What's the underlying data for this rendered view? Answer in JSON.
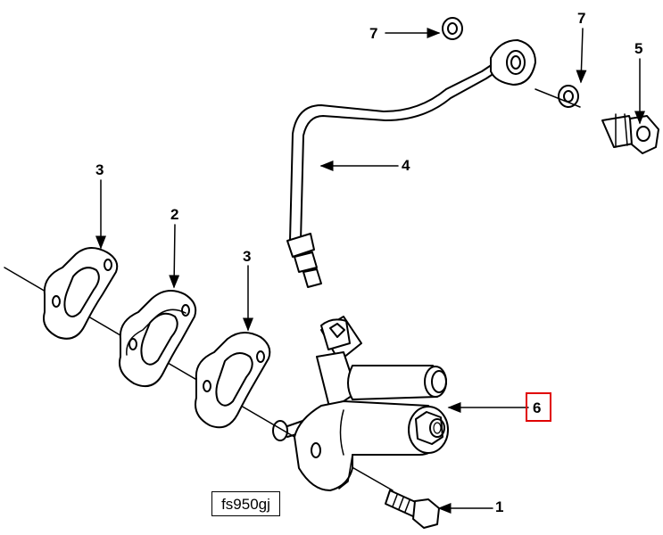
{
  "diagram": {
    "figure_id": "fs950gj",
    "highlight_color": "#e00000",
    "callouts": [
      {
        "id": "washer-top-left",
        "label": "7"
      },
      {
        "id": "washer-top-right",
        "label": "7"
      },
      {
        "id": "banjo-bolt",
        "label": "5"
      },
      {
        "id": "fuel-line",
        "label": "4"
      },
      {
        "id": "gasket-outer",
        "label": "3"
      },
      {
        "id": "spacer",
        "label": "2"
      },
      {
        "id": "gasket-inner",
        "label": "3"
      },
      {
        "id": "fuel-pump",
        "label": "6"
      },
      {
        "id": "mounting-bolt",
        "label": "1"
      }
    ]
  }
}
